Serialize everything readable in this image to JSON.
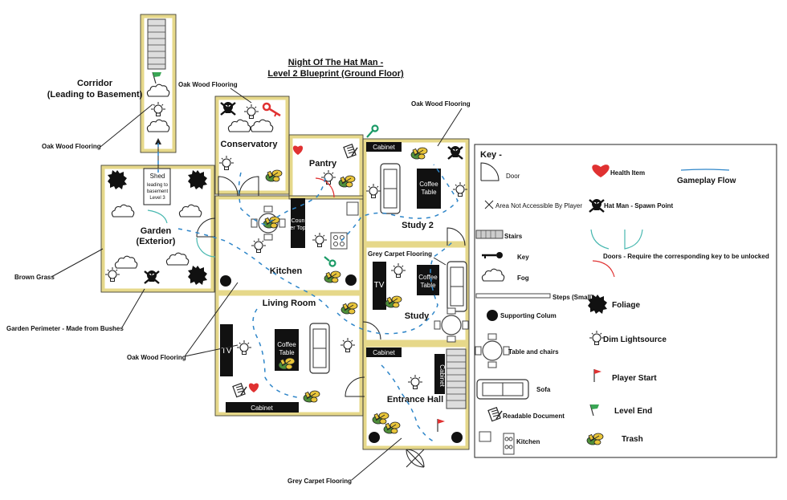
{
  "title": {
    "line1": "Night Of The Hat Man -",
    "line2": "Level 2 Blueprint (Ground Floor)"
  },
  "rooms": {
    "corridor": [
      "Corridor",
      "(Leading to Basement)"
    ],
    "conservatory": "Conservatory",
    "pantry": "Pantry",
    "garden": [
      "Garden",
      "(Exterior)"
    ],
    "kitchen": "Kitchen",
    "living_room": "Living Room",
    "study": "Study",
    "study2": "Study 2",
    "entrance_hall": "Entrance Hall"
  },
  "shed": [
    "Shed",
    "leading to",
    "basement",
    "Level 3"
  ],
  "furniture": {
    "counter_top": [
      "Coun",
      "er Top"
    ],
    "coffee_table": [
      "Coffee",
      "Table"
    ],
    "tv": "TV",
    "cabinet": "Cabinet"
  },
  "annotations": {
    "oak_corridor": "Oak Wood Flooring",
    "oak_conservatory": "Oak Wood Flooring",
    "oak_study2": "Oak Wood Flooring",
    "grey_study": "Grey Carpet Flooring",
    "brown_grass": "Brown Grass",
    "garden_perimeter": "Garden Perimeter - Made from Bushes",
    "oak_living": "Oak Wood Flooring",
    "grey_entrance": "Grey Carpet Flooring"
  },
  "key": {
    "title": "Key -",
    "door": "Door",
    "health": "Health Item",
    "flow": "Gameplay Flow",
    "no_access": "Area Not Accessible By Player",
    "hatman": "Hat Man - Spawn Point",
    "stairs": "Stairs",
    "locked_doors": "Doors - Require the corresponding key to be unlocked",
    "key_item": "Key",
    "fog": "Fog",
    "steps": "Steps (Small)",
    "column": "Supporting Colum",
    "foliage": "Foliage",
    "table": "Table and chairs",
    "light": "Dim Lightsource",
    "start": "Player Start",
    "sofa": "Sofa",
    "end": "Level End",
    "document": "Readable Document",
    "trash": "Trash",
    "kitchen": "Kitchen"
  },
  "colors": {
    "wall": "#e6d88a",
    "flow": "#2f86c9",
    "key_red": "#e03131",
    "key_green": "#1a9a66",
    "door_teal": "#48b8b0",
    "trash_green": "#4f8f3a",
    "trash_yellow": "#e9c53a"
  },
  "icons": [
    "door-icon",
    "health-icon",
    "key-icon",
    "fog-icon",
    "column-icon",
    "foliage-icon",
    "lamp-icon",
    "flag-icon",
    "skull-icon",
    "trash-icon",
    "document-icon",
    "stairs-icon",
    "sofa-icon",
    "table-icon"
  ]
}
